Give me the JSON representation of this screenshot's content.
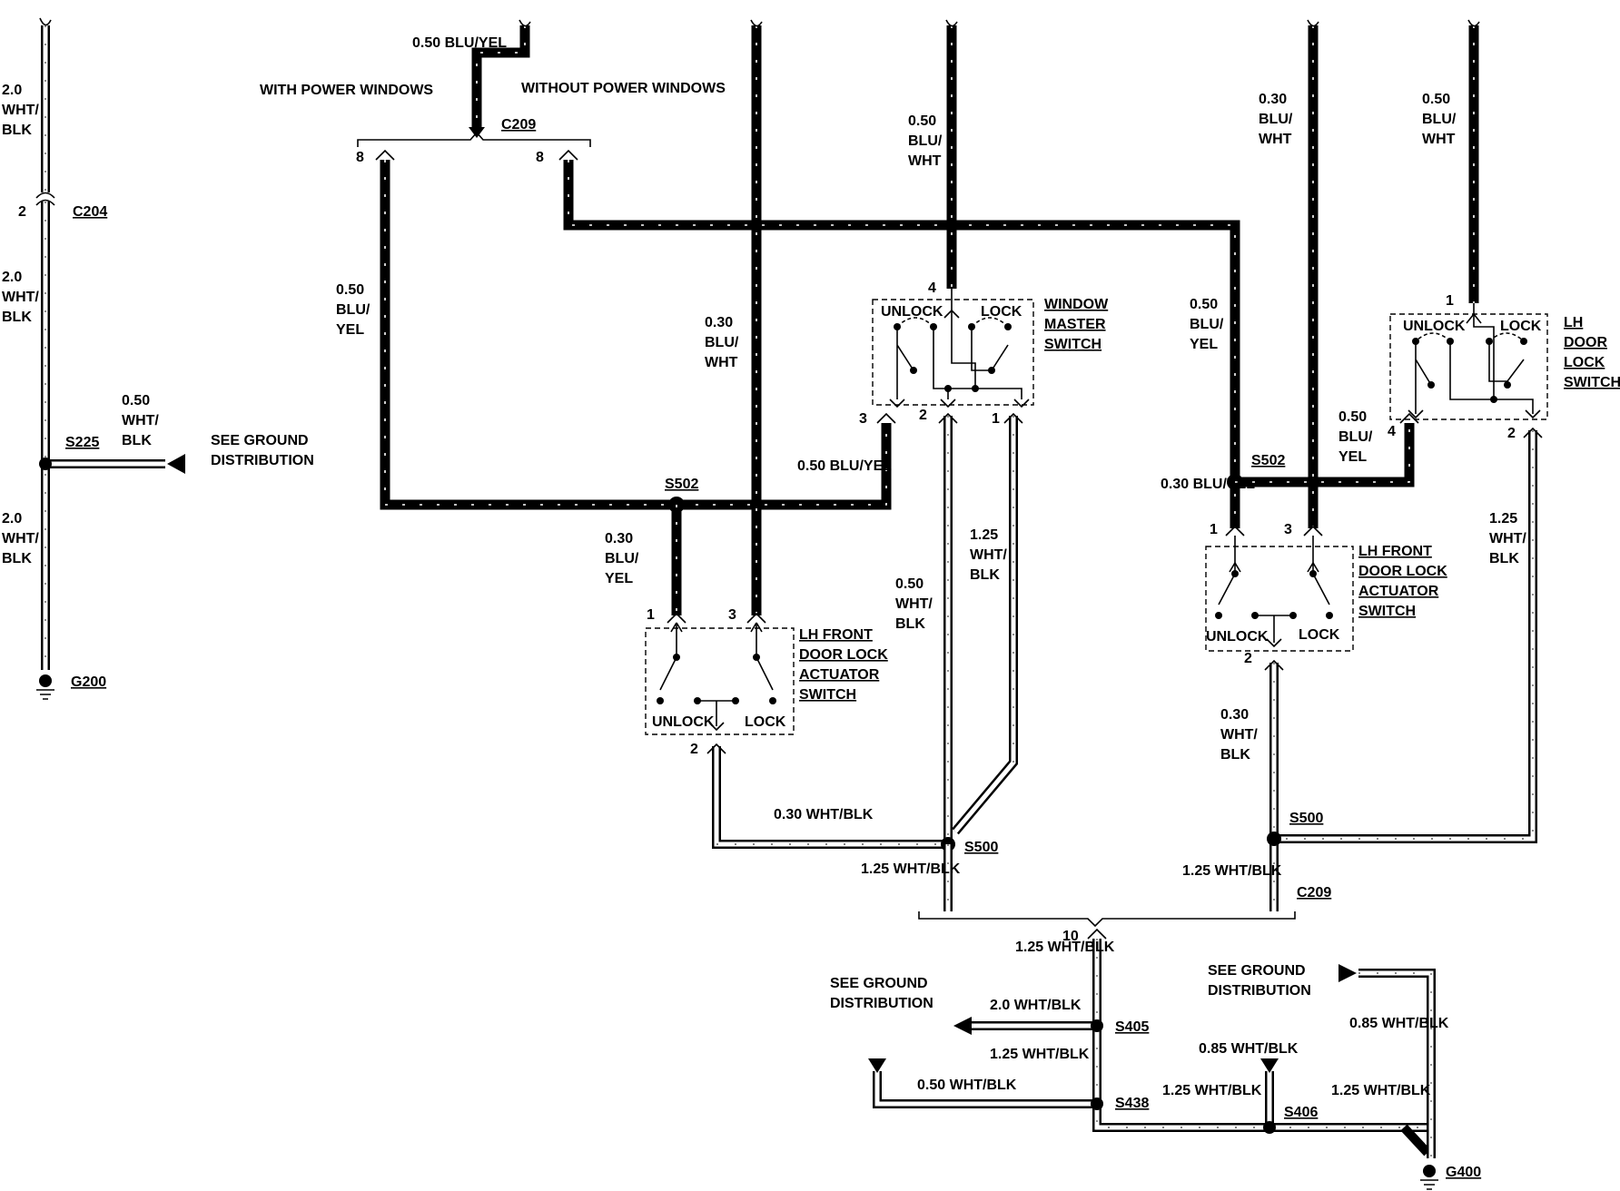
{
  "wires": {
    "w_050_bluyel_top": "0.50 BLU/YEL",
    "w_20_wb_top": "2.0 WHT/ BLK",
    "w_20_wb_mid": "2.0 WHT/ BLK",
    "w_20_wb_bot": "2.0 WHT/ BLK",
    "w_050_wb_s225": "0.50 WHT/ BLK",
    "w_050_bluyel_left": "0.50 BLU/ YEL",
    "w_030_bluwht_mid": "0.30 BLU/ WHT",
    "w_050_bluwht_wms": "0.50 BLU/ WHT",
    "w_050_bluyel_s502l": "0.50 BLU/YEL",
    "w_030_bluyel_lhf": "0.30 BLU/ YEL",
    "w_050_wb_wms2": "0.50 WHT/ BLK",
    "w_125_wb_wms1": "1.25 WHT/ BLK",
    "w_030_wb_lhf2": "0.30 WHT/BLK",
    "w_125_wb_s500l": "1.25 WHT/BLK",
    "w_030_bluwht_r": "0.30 BLU/ WHT",
    "w_050_bluwht_r": "0.50 BLU/ WHT",
    "w_050_bluyel_r": "0.50 BLU/ YEL",
    "w_050_bluyel_r4": "0.50 BLU/ YEL",
    "w_030_bluyel_r": "0.30 BLU/YEL",
    "w_125_wb_rdl2": "1.25 WHT/ BLK",
    "w_030_wb_rlhf2": "0.30 WHT/ BLK",
    "w_125_wb_s500r": "1.25 WHT/BLK",
    "w_125_wb_c209_10": "1.25 WHT/BLK",
    "w_20_wb_s405": "2.0 WHT/BLK",
    "w_125_wb_s405_s438": "1.25 WHT/BLK",
    "w_050_wb_s438": "0.50 WHT/BLK",
    "w_085_wb_s406": "0.85 WHT/BLK",
    "w_125_wb_s438_s406": "1.25 WHT/BLK",
    "w_125_wb_s406_g400": "1.25 WHT/BLK",
    "w_085_wb_g400": "0.85 WHT/BLK"
  },
  "splices": {
    "s225": "S225",
    "s502_left": "S502",
    "s502_right": "S502",
    "s500_left": "S500",
    "s500_right": "S500",
    "s405": "S405",
    "s438": "S438",
    "s406": "S406"
  },
  "connectors": {
    "c204": "C204",
    "c209_top": "C209",
    "c209_bottom": "C209"
  },
  "grounds": {
    "g200": "G200",
    "g400": "G400"
  },
  "pins": {
    "c204_pin": "2",
    "c209_left_pin": "8",
    "c209_right_pin": "8",
    "wms_4": "4",
    "wms_3": "3",
    "wms_2": "2",
    "wms_1": "1",
    "lhf_1": "1",
    "lhf_3": "3",
    "lhf_2": "2",
    "rlhf_1": "1",
    "rlhf_3": "3",
    "rlhf_2": "2",
    "ldl_1": "1",
    "ldl_4": "4",
    "ldl_2": "2",
    "c209b_10": "10"
  },
  "notes": {
    "with_power_windows": "WITH POWER WINDOWS",
    "without_power_windows": "WITHOUT POWER WINDOWS",
    "see_ground_1": "SEE GROUND DISTRIBUTION",
    "see_ground_2": "SEE GROUND DISTRIBUTION",
    "see_ground_3": "SEE GROUND DISTRIBUTION"
  },
  "components": {
    "window_master_switch": "WINDOW MASTER SWITCH",
    "lh_front_actuator_left": "LH FRONT DOOR LOCK ACTUATOR SWITCH",
    "lh_front_actuator_right": "LH FRONT DOOR LOCK ACTUATOR SWITCH",
    "lh_door_lock_switch": "LH DOOR LOCK SWITCH"
  },
  "switch_positions": {
    "unlock": "UNLOCK",
    "lock": "LOCK"
  }
}
